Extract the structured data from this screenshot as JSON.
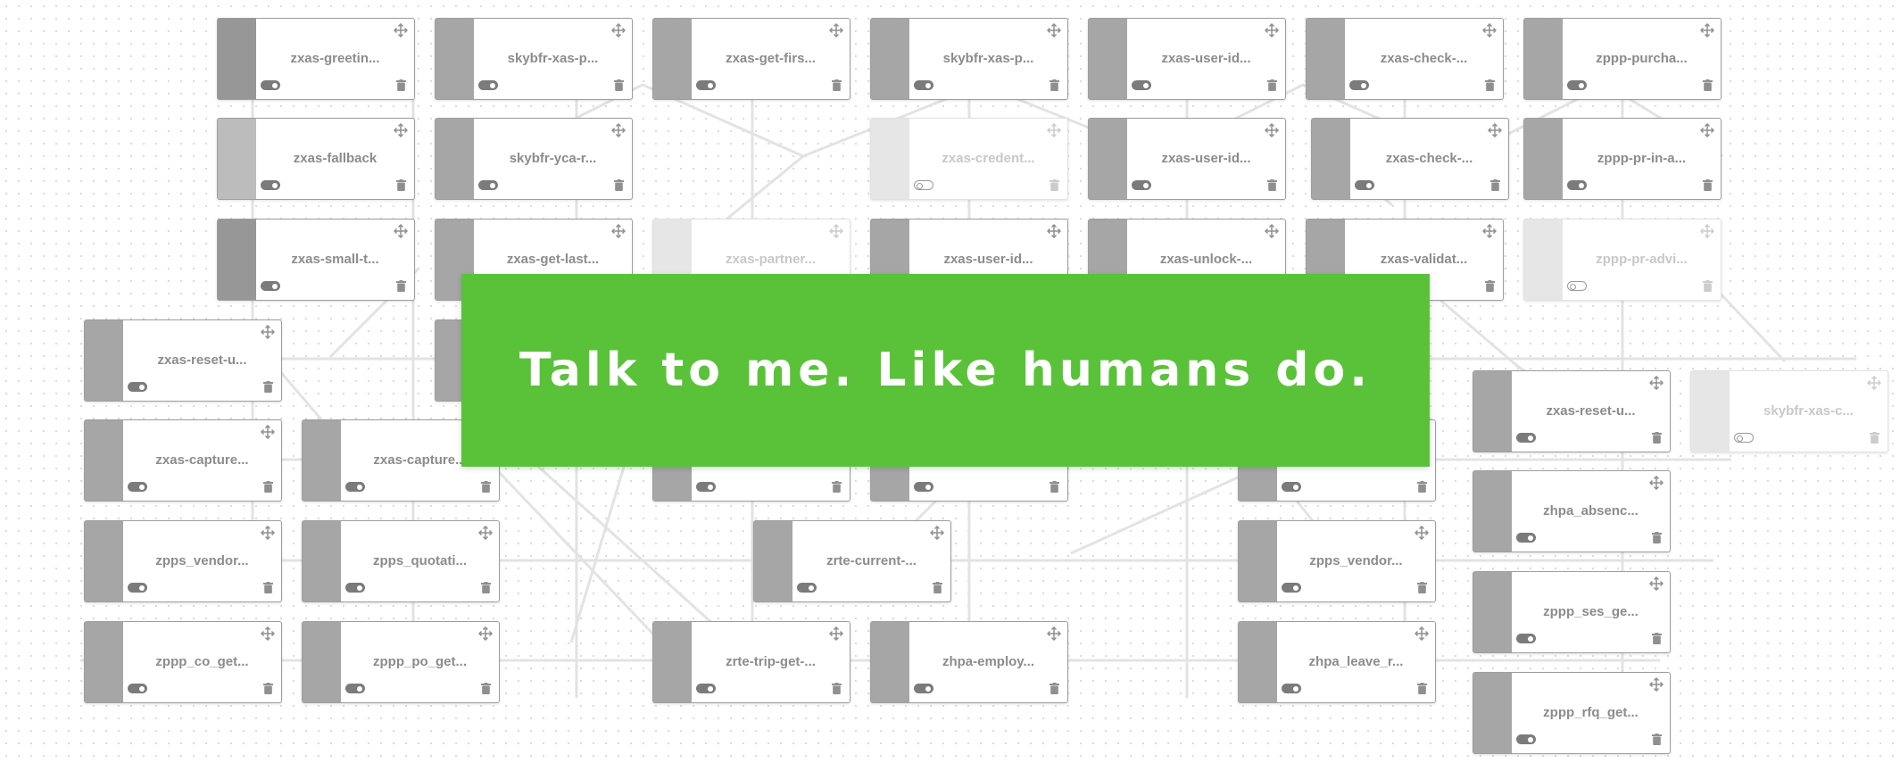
{
  "banner": {
    "text": "Talk to me. Like humans do."
  },
  "colors": {
    "banner": "#5ac238",
    "node_strip": "#a6a6a6",
    "node_border": "#9e9e9e",
    "connector": "#e3e3e3"
  },
  "icons": {
    "move": "move-arrows-icon",
    "toggle": "toggle-icon",
    "delete": "trash-icon"
  },
  "nodes": [
    {
      "label": "zxas-greetin...",
      "enabled": true
    },
    {
      "label": "skybfr-xas-p...",
      "enabled": true
    },
    {
      "label": "zxas-get-firs...",
      "enabled": true
    },
    {
      "label": "skybfr-xas-p...",
      "enabled": true
    },
    {
      "label": "zxas-user-id...",
      "enabled": true
    },
    {
      "label": "zxas-check-...",
      "enabled": true
    },
    {
      "label": "zppp-purcha...",
      "enabled": true
    },
    {
      "label": "zxas-fallback",
      "enabled": true
    },
    {
      "label": "skybfr-yca-r...",
      "enabled": true
    },
    {
      "label": "zxas-credent...",
      "enabled": false
    },
    {
      "label": "zxas-user-id...",
      "enabled": true
    },
    {
      "label": "zxas-check-...",
      "enabled": true
    },
    {
      "label": "zppp-pr-in-a...",
      "enabled": true
    },
    {
      "label": "zxas-small-t...",
      "enabled": true
    },
    {
      "label": "zxas-get-last...",
      "enabled": true
    },
    {
      "label": "zxas-partner...",
      "enabled": false
    },
    {
      "label": "zxas-user-id...",
      "enabled": true
    },
    {
      "label": "zxas-unlock-...",
      "enabled": true
    },
    {
      "label": "zxas-validat...",
      "enabled": true
    },
    {
      "label": "zppp-pr-advi...",
      "enabled": false
    },
    {
      "label": "zxas-reset-u...",
      "enabled": true
    },
    {
      "label": "",
      "enabled": true
    },
    {
      "label": "zxas-reset-u...",
      "enabled": true
    },
    {
      "label": "skybfr-xas-c...",
      "enabled": false
    },
    {
      "label": "zxas-capture...",
      "enabled": true
    },
    {
      "label": "zxas-capture...",
      "enabled": true
    },
    {
      "label": "",
      "enabled": true
    },
    {
      "label": "",
      "enabled": true
    },
    {
      "label": "",
      "enabled": true
    },
    {
      "label": "zhpa_absenc...",
      "enabled": true
    },
    {
      "label": "zpps_vendor...",
      "enabled": true
    },
    {
      "label": "zpps_quotati...",
      "enabled": true
    },
    {
      "label": "zrte-current-...",
      "enabled": true
    },
    {
      "label": "zpps_vendor...",
      "enabled": true
    },
    {
      "label": "zppp_ses_ge...",
      "enabled": true
    },
    {
      "label": "zppp_co_get...",
      "enabled": true
    },
    {
      "label": "zppp_po_get...",
      "enabled": true
    },
    {
      "label": "zrte-trip-get-...",
      "enabled": true
    },
    {
      "label": "zhpa-employ...",
      "enabled": true
    },
    {
      "label": "zhpa_leave_r...",
      "enabled": true
    },
    {
      "label": "zppp_rfq_get...",
      "enabled": true
    }
  ]
}
